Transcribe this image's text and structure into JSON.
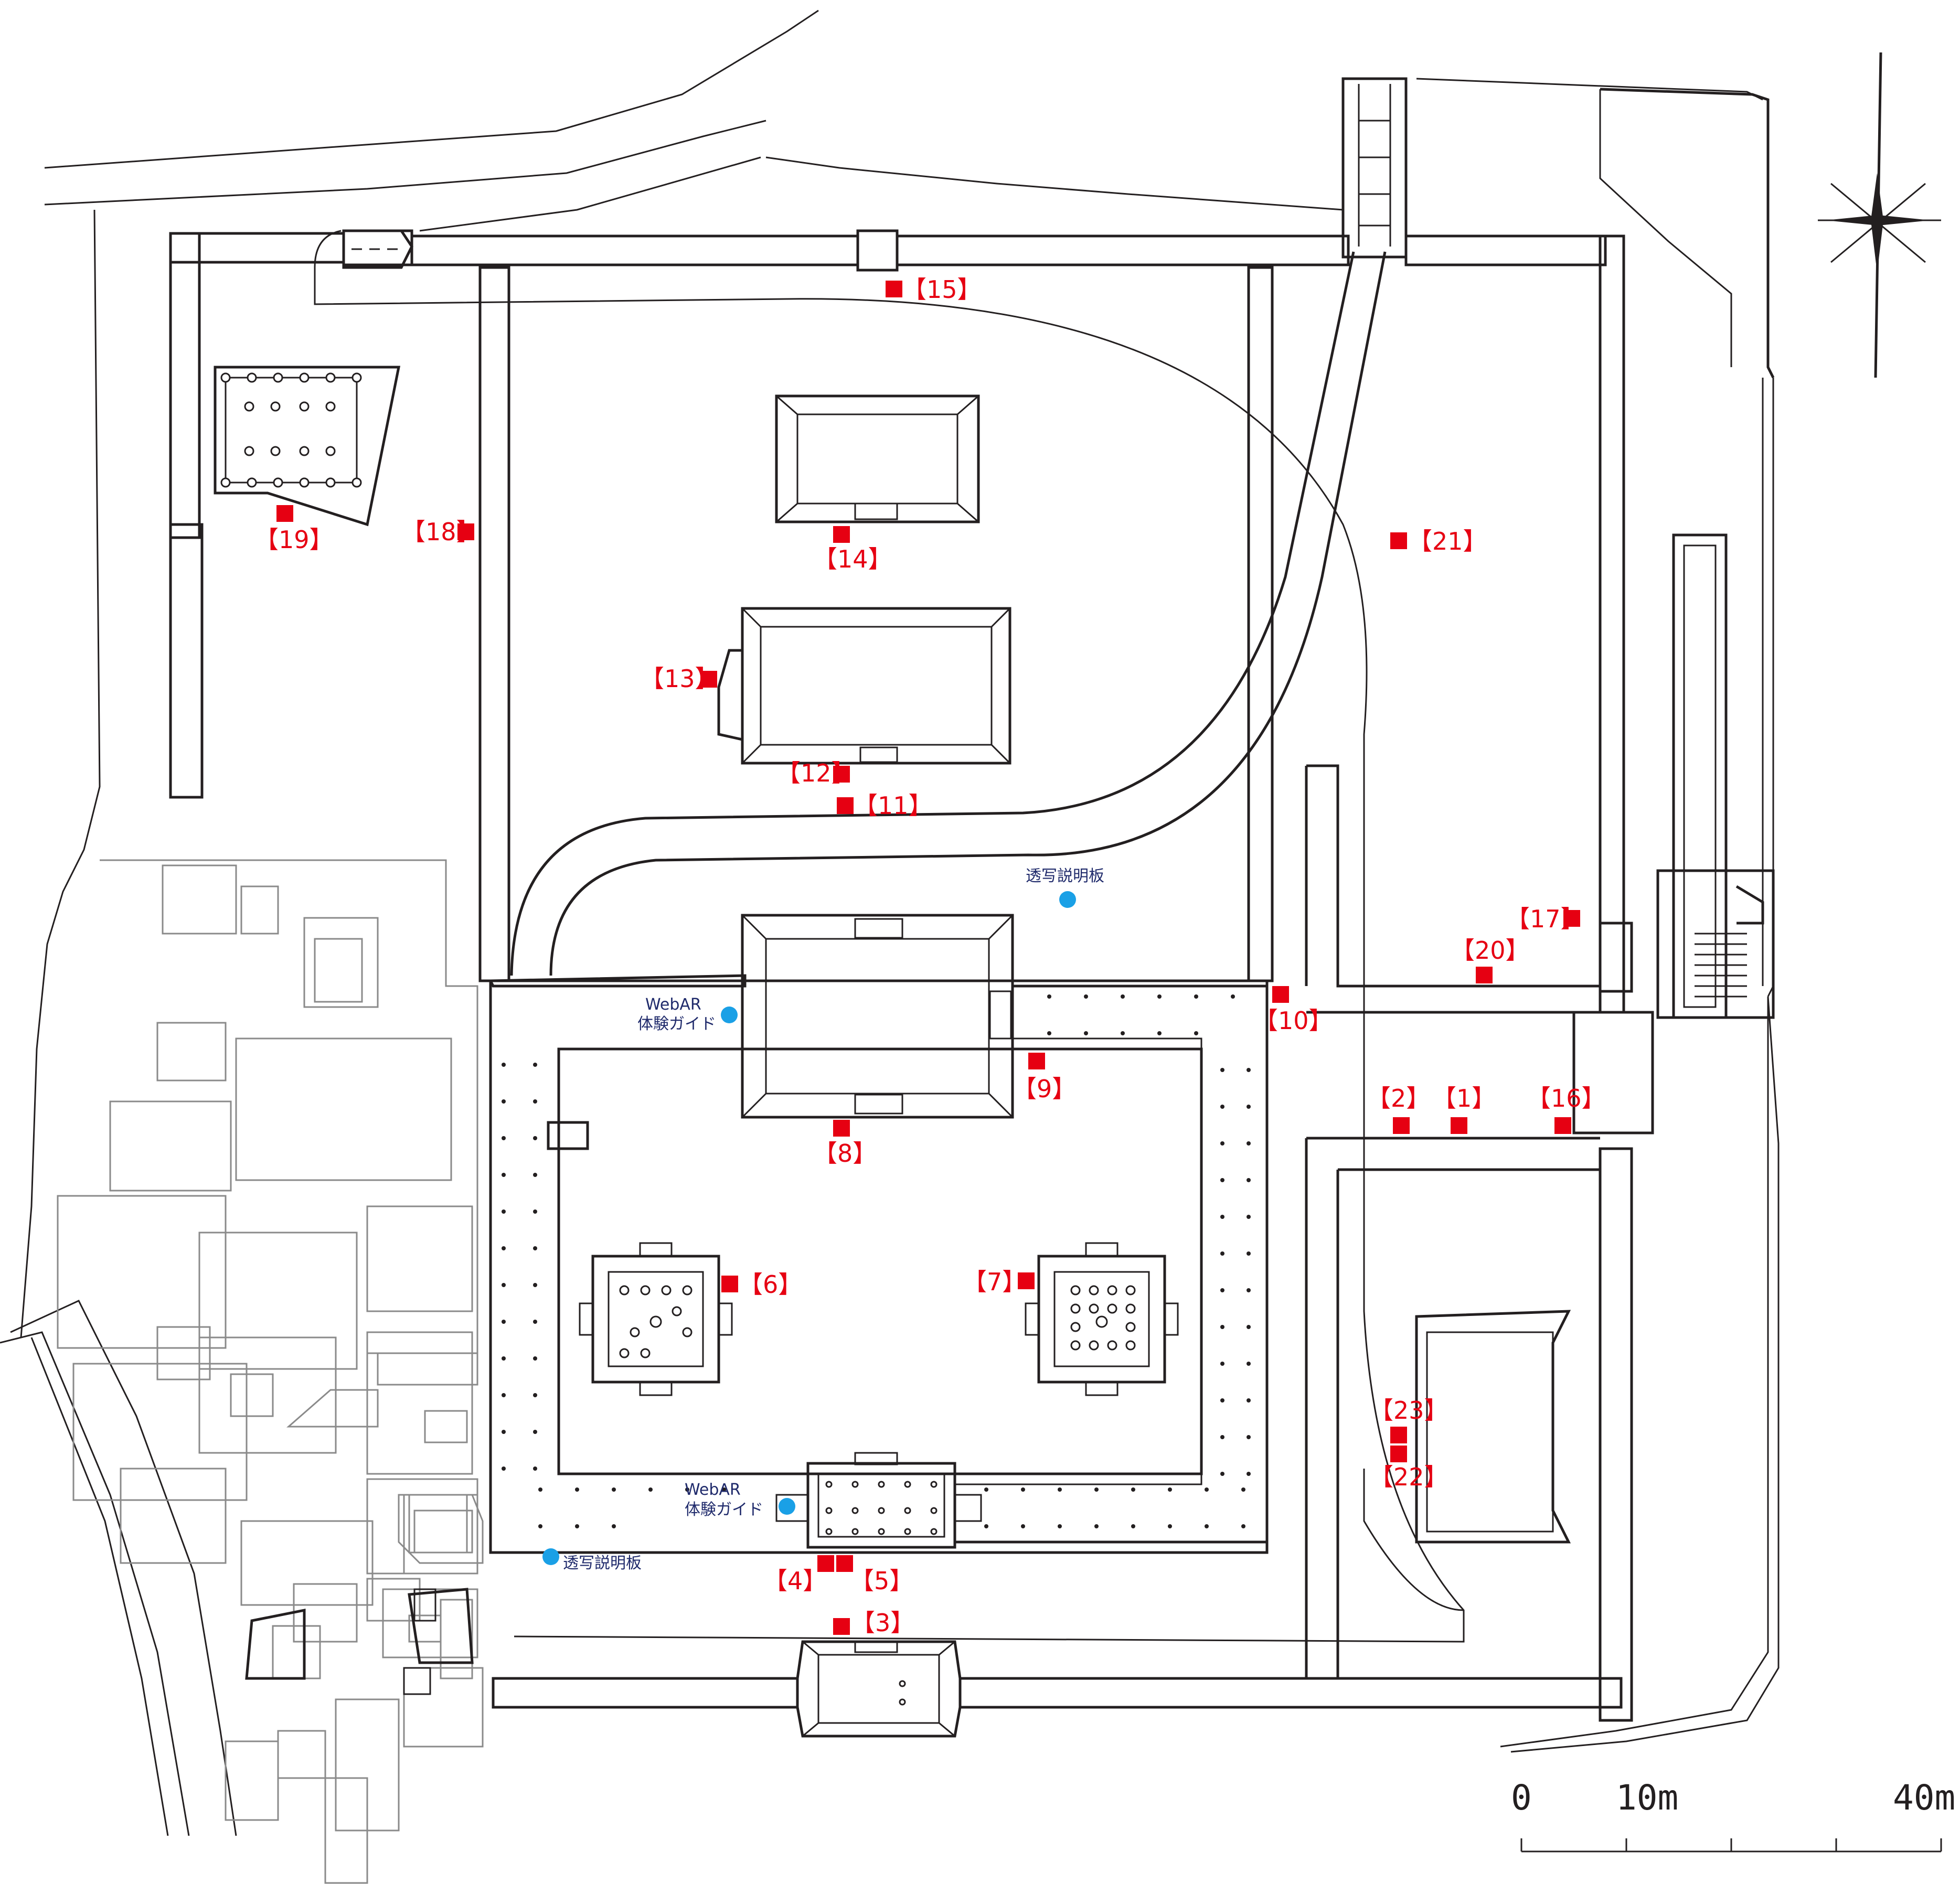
{
  "markers": [
    {
      "id": "1",
      "label": "【1】"
    },
    {
      "id": "2",
      "label": "【2】"
    },
    {
      "id": "3",
      "label": "【3】"
    },
    {
      "id": "4",
      "label": "【4】"
    },
    {
      "id": "5",
      "label": "【5】"
    },
    {
      "id": "6",
      "label": "【6】"
    },
    {
      "id": "7",
      "label": "【7】"
    },
    {
      "id": "8",
      "label": "【8】"
    },
    {
      "id": "9",
      "label": "【9】"
    },
    {
      "id": "10",
      "label": "【10】"
    },
    {
      "id": "11",
      "label": "【11】"
    },
    {
      "id": "12",
      "label": "【12】"
    },
    {
      "id": "13",
      "label": "【13】"
    },
    {
      "id": "14",
      "label": "【14】"
    },
    {
      "id": "15",
      "label": "【15】"
    },
    {
      "id": "16",
      "label": "【16】"
    },
    {
      "id": "17",
      "label": "【17】"
    },
    {
      "id": "18",
      "label": "【18】"
    },
    {
      "id": "19",
      "label": "【19】"
    },
    {
      "id": "20",
      "label": "【20】"
    },
    {
      "id": "21",
      "label": "【21】"
    },
    {
      "id": "22",
      "label": "【22】"
    },
    {
      "id": "23",
      "label": "【23】"
    }
  ],
  "info_points": {
    "board_north": "透写説明板",
    "board_south": "透写説明板",
    "webar_north_line1": "WebAR",
    "webar_north_line2": "体験ガイド",
    "webar_south_line1": "WebAR",
    "webar_south_line2": "体験ガイド"
  },
  "scale_bar": {
    "zero": "0",
    "mid": "10m",
    "end": "40m"
  },
  "colors": {
    "marker": "#e60012",
    "info_point": "#1aa0e6",
    "info_text": "#1f2a6b",
    "lines": "#231f20"
  },
  "icons": {
    "north_arrow": "compass-rose-icon"
  }
}
